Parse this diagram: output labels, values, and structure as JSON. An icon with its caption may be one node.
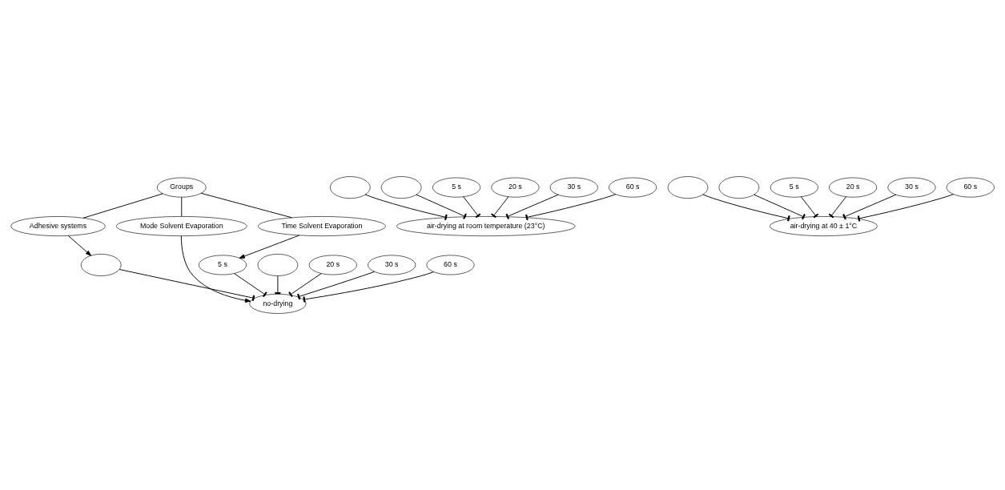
{
  "diagram": {
    "nodes": [
      {
        "text": [
          "Groups"
        ]
      },
      {
        "text": [
          "Adhesive systems"
        ]
      },
      {
        "text": [
          "Mode Solvent Evaporation"
        ]
      },
      {
        "text": [
          "Time Solvent Evaporation"
        ]
      },
      {
        "text": [],
        "shape": "ellipse"
      },
      {
        "text": [],
        "shape": "ellipse"
      },
      {
        "text": [
          "no-drying"
        ]
      },
      {
        "text": [
          "5 s"
        ]
      },
      {
        "text": [
          "20 s"
        ]
      },
      {
        "text": [
          "30 s"
        ]
      },
      {
        "text": [
          "60 s"
        ]
      },
      {
        "text": [],
        "shape": "ellipse"
      },
      {
        "text": [],
        "shape": "ellipse"
      },
      {
        "text": [
          "air-drying at room temperature (23°C)"
        ]
      },
      {
        "text": [
          "5 s"
        ]
      },
      {
        "text": [
          "20 s"
        ]
      },
      {
        "text": [
          "30 s"
        ]
      },
      {
        "text": [
          "60 s"
        ]
      },
      {
        "text": [],
        "shape": "ellipse"
      },
      {
        "text": [],
        "shape": "ellipse"
      },
      {
        "text": [
          "air-drying at 40 ± 1°C"
        ]
      },
      {
        "text": [
          "5 s"
        ]
      },
      {
        "text": [
          "20 s"
        ]
      },
      {
        "text": [
          "30 s"
        ]
      },
      {
        "text": [
          "60 s"
        ]
      }
    ],
    "edges": [
      {
        "from": 0,
        "to": 1,
        "arrow": "none"
      },
      {
        "from": 0,
        "to": 2,
        "arrow": "none"
      },
      {
        "from": 0,
        "to": 3,
        "arrow": "none"
      },
      {
        "from": 1,
        "to": 4,
        "arrow": "to"
      },
      {
        "from": 2,
        "to": 6,
        "arrow": "to"
      },
      {
        "from": 3,
        "to": 7,
        "arrow": "to"
      },
      {
        "from": 4,
        "to": 6,
        "arrow": "other"
      },
      {
        "from": 5,
        "to": 6,
        "arrow": "other"
      },
      {
        "from": 7,
        "to": 6,
        "arrow": "other"
      },
      {
        "from": 8,
        "to": 6,
        "arrow": "other"
      },
      {
        "from": 9,
        "to": 6,
        "arrow": "other"
      },
      {
        "from": 10,
        "to": 6,
        "arrow": "other"
      },
      {
        "from": 11,
        "to": 13,
        "arrow": "other"
      },
      {
        "from": 12,
        "to": 13,
        "arrow": "other"
      },
      {
        "from": 14,
        "to": 13,
        "arrow": "other"
      },
      {
        "from": 15,
        "to": 13,
        "arrow": "other"
      },
      {
        "from": 16,
        "to": 13,
        "arrow": "other"
      },
      {
        "from": 17,
        "to": 13,
        "arrow": "other"
      },
      {
        "from": 18,
        "to": 20,
        "arrow": "other"
      },
      {
        "from": 19,
        "to": 20,
        "arrow": "other"
      },
      {
        "from": 21,
        "to": 20,
        "arrow": "other"
      },
      {
        "from": 22,
        "to": 20,
        "arrow": "other"
      },
      {
        "from": 23,
        "to": 20,
        "arrow": "other"
      },
      {
        "from": 24,
        "to": 20,
        "arrow": "other"
      }
    ]
  }
}
